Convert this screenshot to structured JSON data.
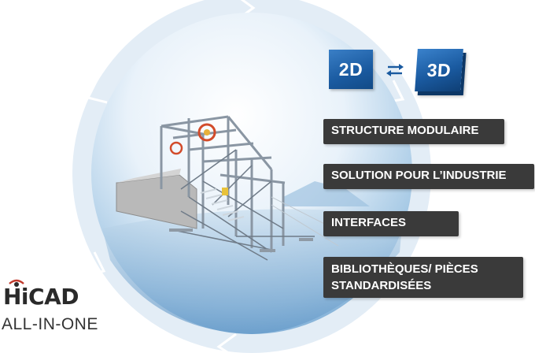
{
  "badges": {
    "two_d": "2D",
    "three_d": "3D"
  },
  "features": [
    {
      "label": "STRUCTURE MODULAIRE"
    },
    {
      "label": "SOLUTION POUR L’INDUSTRIE"
    },
    {
      "label": "INTERFACES"
    },
    {
      "label_line1": "BIBLIOTHÈQUES/ PIÈCES",
      "label_line2": "STANDARDISÉES"
    }
  ],
  "logo": {
    "wordmark": "HiCAD",
    "subtitle": "ALL-IN-ONE"
  },
  "colors": {
    "ring": "#dde8f2",
    "sphere_center": "#ffffff",
    "sphere_edge": "#7eaed6",
    "badge_blue": "#1a5aa0",
    "label_bg": "#3a3a3a",
    "logo_accent": "#c0392b",
    "arrow_blue": "#1a5aa0"
  },
  "icons": [
    "swap-arrows-icon",
    "logo-eye-icon",
    "cycle-arrow-icon",
    "steel-structure-illustration"
  ]
}
